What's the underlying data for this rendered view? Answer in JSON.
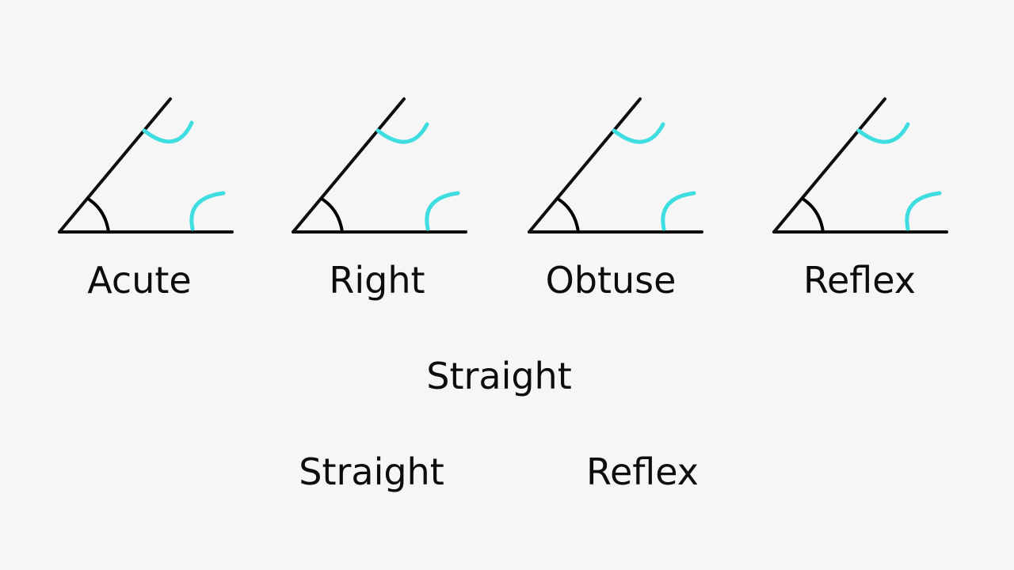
{
  "colors": {
    "background": "#f6f6f6",
    "line": "#0d0d0d",
    "arc": "#000000",
    "accent": "#3ddde0"
  },
  "angles": [
    {
      "label": "Acute"
    },
    {
      "label": "Right"
    },
    {
      "label": "Obtuse"
    },
    {
      "label": "Reflex"
    }
  ],
  "options": {
    "center": "Straight",
    "left": "Straight",
    "right": "Reflex"
  }
}
